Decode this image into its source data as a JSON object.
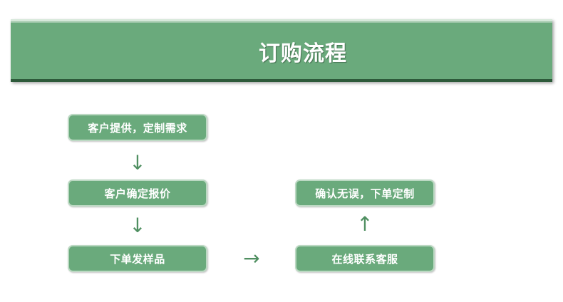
{
  "banner": {
    "title": "订购流程"
  },
  "steps": [
    "客户提供，定制需求",
    "客户确定报价",
    "下单发样品",
    "在线联系客服",
    "确认无误，下单定制"
  ],
  "arrows": [
    "↓",
    "↓",
    "→",
    "↑"
  ],
  "colors": {
    "accent": "#6aaa7c",
    "arrow": "#4f8f61",
    "dark_edge": "#2d5a3a"
  }
}
